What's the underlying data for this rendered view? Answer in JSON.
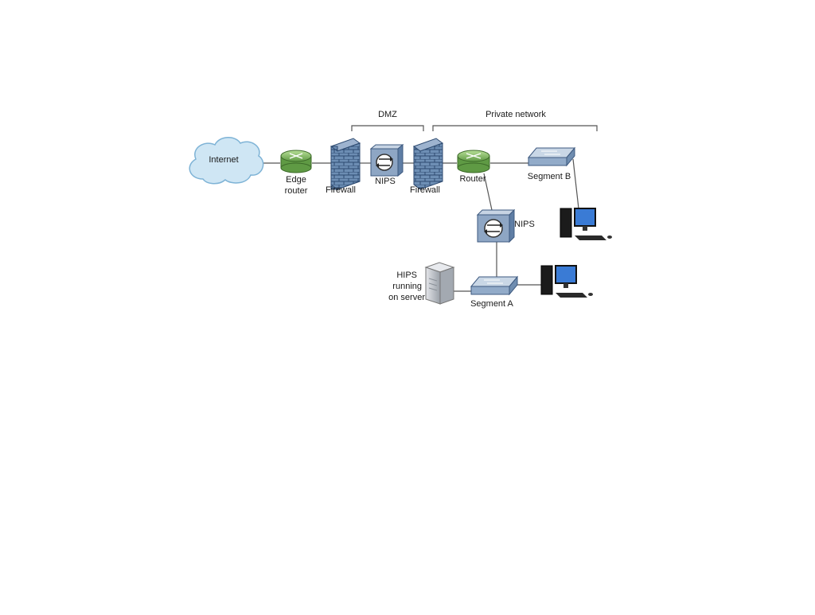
{
  "diagram": {
    "groups": {
      "dmz": "DMZ",
      "private": "Private network"
    },
    "nodes": {
      "internet": "Internet",
      "edge_router": "Edge",
      "edge_router_2": "router",
      "firewall_1": "Firewall",
      "nips_1": "NIPS",
      "firewall_2": "Firewall",
      "router": "Router",
      "segment_b": "Segment B",
      "nips_2": "NIPS",
      "hips_line1": "HIPS",
      "hips_line2": "running",
      "hips_line3": "on server",
      "segment_a": "Segment A"
    },
    "colors": {
      "cloud": "#cfe6f4",
      "router": "#8bbf6a",
      "firewall": "#6e8fb5",
      "nips": "#8ea6c4",
      "switch": "#a9bfd6",
      "line": "#555555"
    }
  }
}
